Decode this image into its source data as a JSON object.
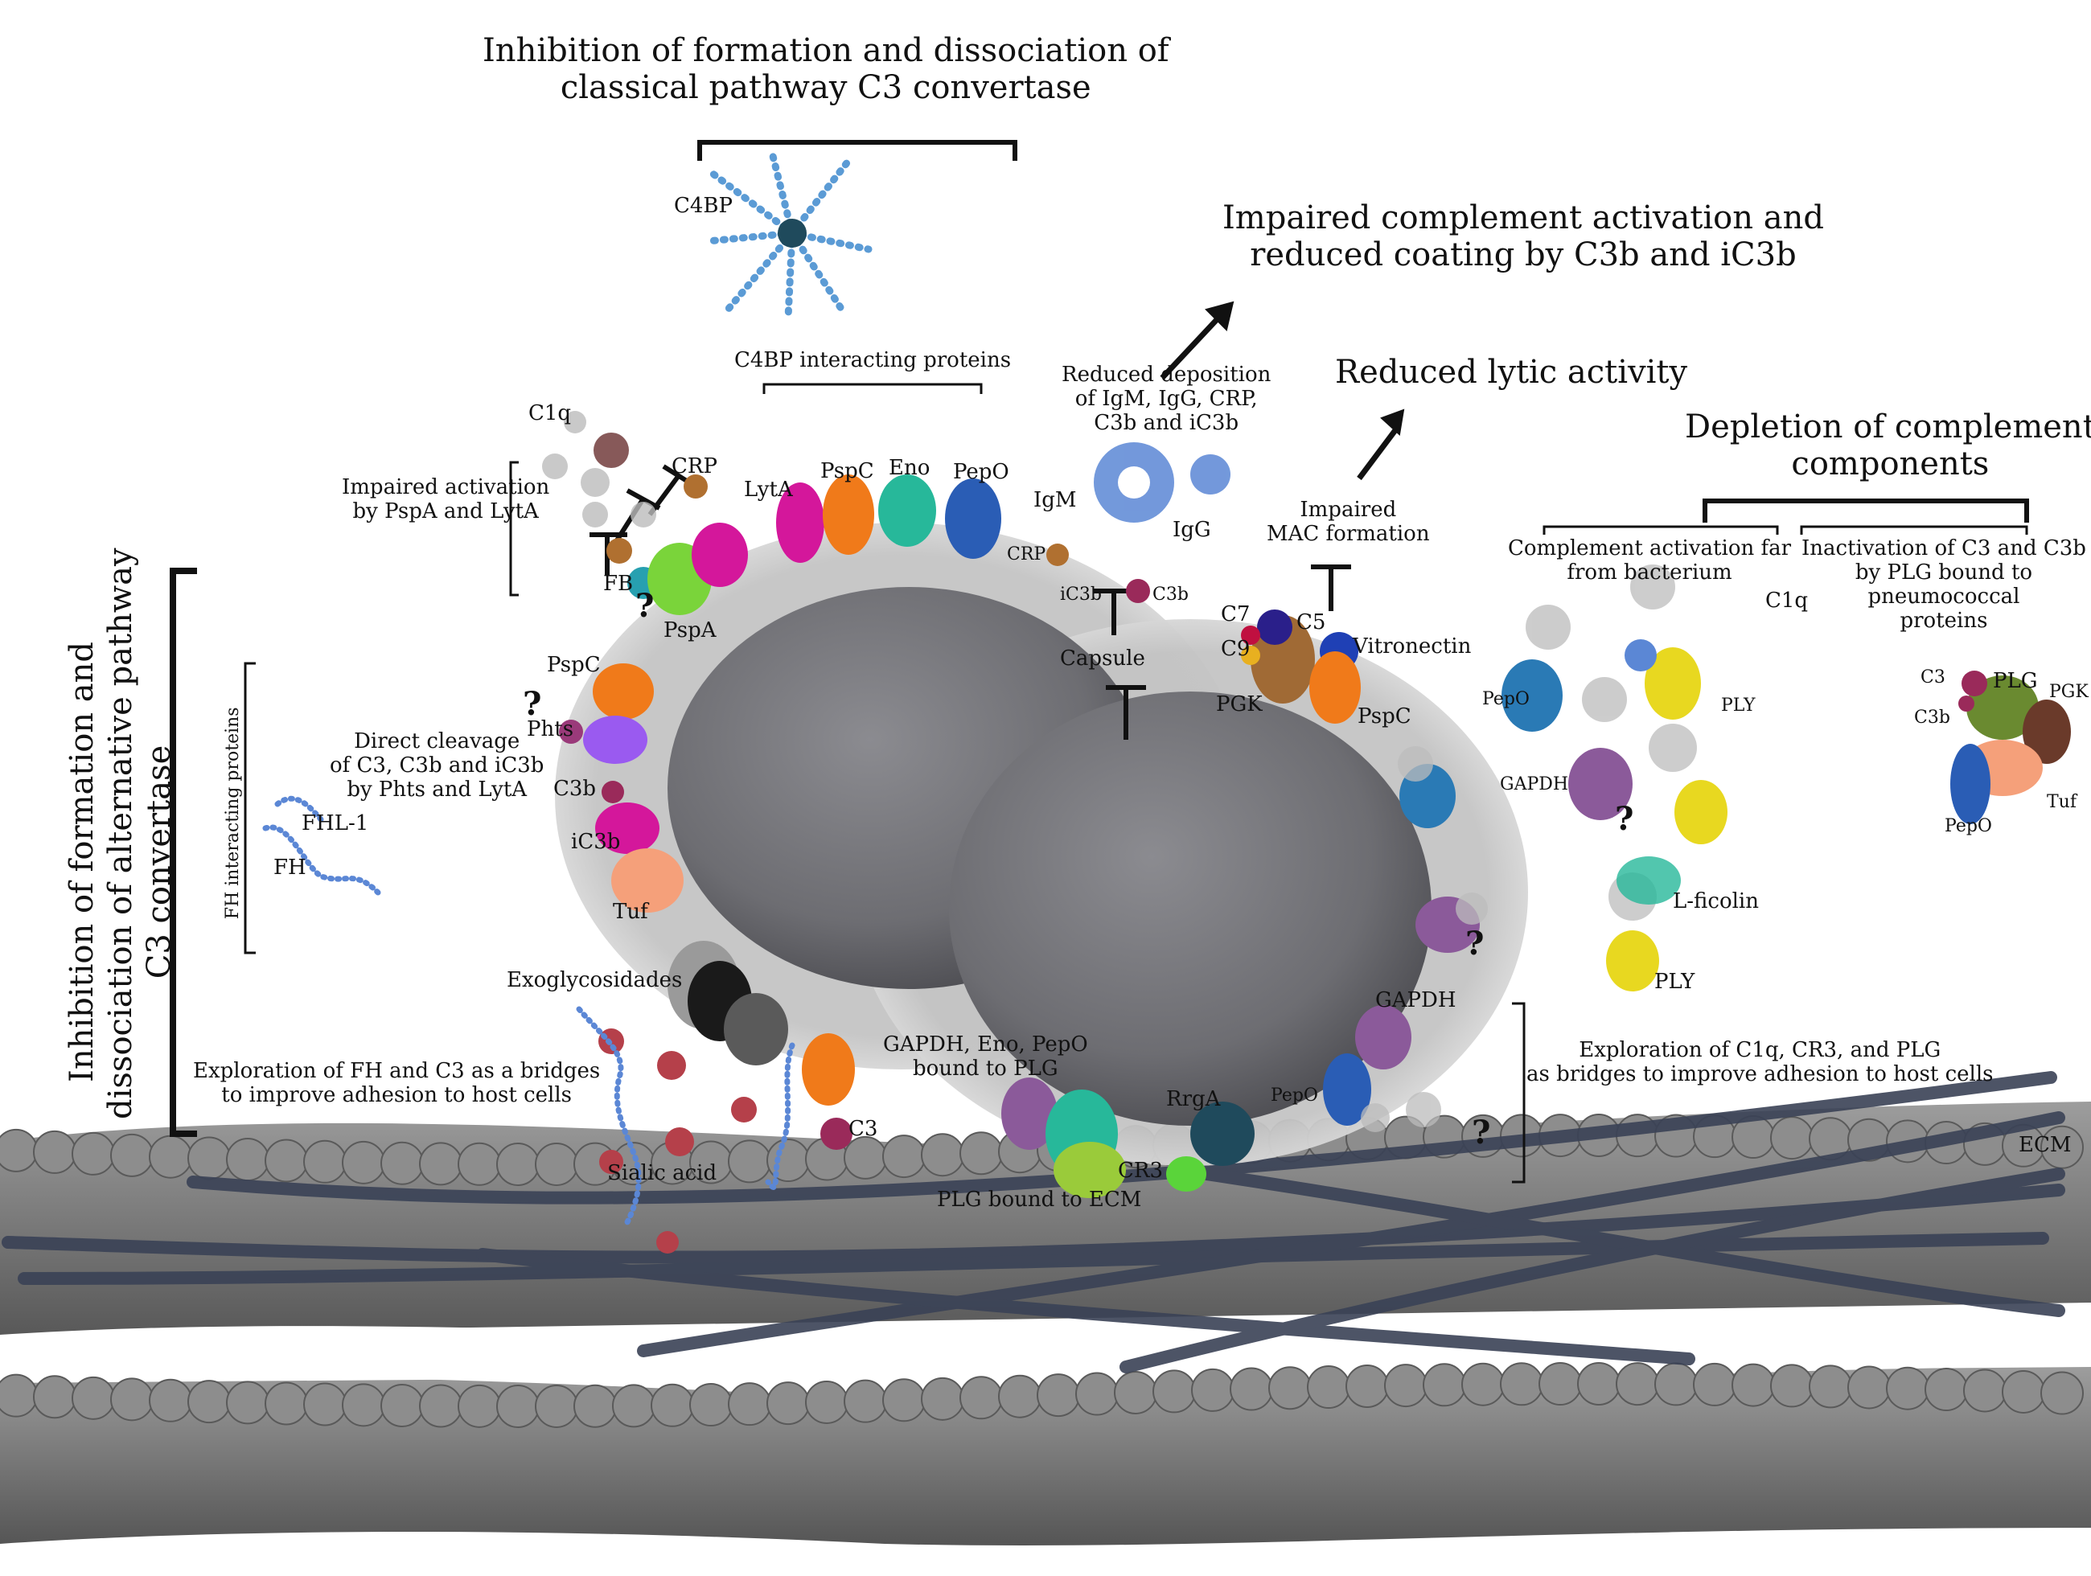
{
  "colors": {
    "bacterium": "#6f6f73",
    "capsule": "#bdbdbd",
    "membrane": "#8a8a8a",
    "ecm": "#3a4256",
    "psp_orange": "#f07a1a",
    "magenta": "#d4179b",
    "green": "#7ad43a",
    "teal": "#27b89a",
    "blue": "#2a5db5",
    "yellow": "#e8d820",
    "purple": "#8b5a9a",
    "c4bp": "#5b9bd5",
    "sialic": "#b5404a",
    "brown": "#b07030"
  },
  "headings": {
    "classical": [
      "Inhibition of formation and dissociation of",
      "classical pathway  C3 convertase"
    ],
    "impaired_activation": [
      "Impaired complement activation and",
      "reduced coating by C3b and iC3b"
    ],
    "lytic": "Reduced lytic activity",
    "depletion": [
      "Depletion of complement",
      "components"
    ],
    "alternative": [
      "Inhibition of formation and",
      "dissociation of alternative pathway",
      "C3 convertase"
    ]
  },
  "labels": {
    "c4bp": "C4BP",
    "c4bp_interacting": "C4BP interacting proteins",
    "reduced_deposition": [
      "Reduced deposition",
      "of IgM, IgG, CRP,",
      "C3b and iC3b"
    ],
    "igm": "IgM",
    "igg": "IgG",
    "crp_small": "CRP",
    "ic3b_cap": "iC3b",
    "c3b_cap": "C3b",
    "capsule": "Capsule",
    "impaired_mac": [
      "Impaired",
      "MAC formation"
    ],
    "c7": "C7",
    "c9": "C9",
    "c5": "C5",
    "vitronectin": "Vitronectin",
    "pgk": "PGK",
    "pspc_right": "PspC",
    "c1q_top": "C1q",
    "crp": "CRP",
    "impaired_pspa": [
      "Impaired activation",
      "by PspA and LytA"
    ],
    "fb": "FB",
    "pspa": "PspA",
    "lyta": "LytA",
    "pspc_top": "PspC",
    "eno": "Eno",
    "pepo_top": "PepO",
    "pspc_left": "PspC",
    "phts": "Phts",
    "direct_cleavage": [
      "Direct cleavage",
      "of C3, C3b and iC3b",
      "by Phts and LytA"
    ],
    "c3b_left": "C3b",
    "ic3b_left": "iC3b",
    "tuf_left": "Tuf",
    "fh_interacting": "FH  interacting proteins",
    "fhl1": "FHL-1",
    "fh": "FH",
    "exoglycosidades": "Exoglycosidades",
    "exploration_fh": [
      "Exploration of FH  and C3 as a bridges",
      "to improve adhesion to host cells"
    ],
    "c3_bottom": "C3",
    "sialic_acid": "Sialic acid",
    "gapdh_eno_pepo": [
      "GAPDH, Eno, PepO",
      "bound to PLG"
    ],
    "plg_ecm": "PLG bound to ECM",
    "rrga": "RrgA",
    "cr3": "CR3",
    "pepo_bottom": "PepO",
    "gapdh_bottom": "GAPDH",
    "exploration_c1q": [
      "Exploration of C1q, CR3, and PLG",
      "as bridges to improve adhesion to host cells"
    ],
    "ecm": "ECM",
    "complement_far": [
      "Complement activation far",
      "from bacterium"
    ],
    "c1q_right": "C1q",
    "pepo_right": "PepO",
    "ply_top": "PLY",
    "gapdh_right": "GAPDH",
    "l_ficolin": "L-ficolin",
    "ply_bottom": "PLY",
    "inactivation": [
      "Inactivation of C3  and C3b",
      "by PLG bound to",
      "pneumococcal",
      "proteins"
    ],
    "c3_plg": "C3",
    "c3b_plg": "C3b",
    "plg": "PLG",
    "pgk_plg": "PGK",
    "tuf_plg": "Tuf",
    "pepo_plg": "PepO",
    "question": "?"
  }
}
